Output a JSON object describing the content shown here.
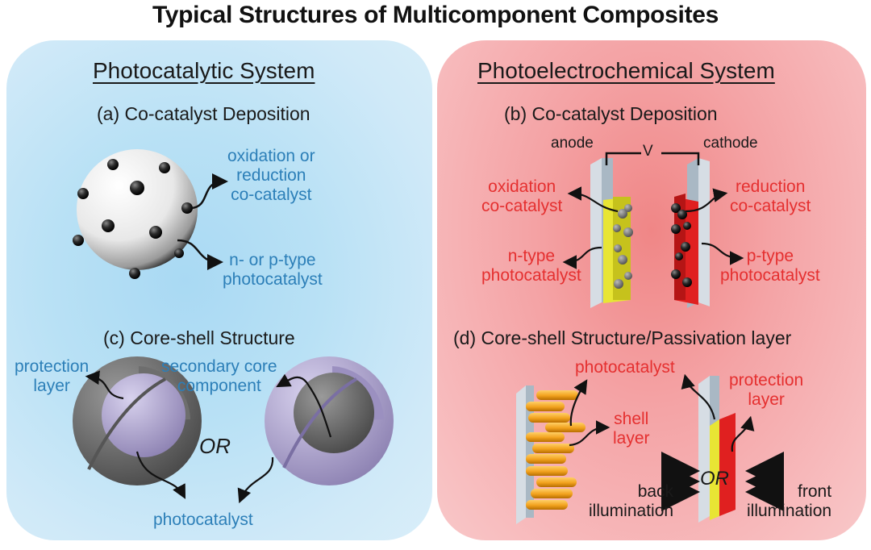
{
  "title": "Typical Structures of Multicomponent Composites",
  "left_panel": {
    "heading": "Photocatalytic System",
    "color": "#cfe9f8",
    "label_color": "#2c7fb8",
    "a": {
      "title": "(a) Co-catalyst Deposition",
      "label_cocatalyst": [
        "oxidation or",
        "reduction",
        "co-catalyst"
      ],
      "label_photocatalyst": [
        "n- or p-type",
        "photocatalyst"
      ]
    },
    "c": {
      "title": "(c) Core-shell Structure",
      "label_protection": [
        "protection",
        "layer"
      ],
      "label_secondary": [
        "secondary core",
        "component"
      ],
      "or": "OR",
      "label_photocatalyst": "photocatalyst"
    }
  },
  "right_panel": {
    "heading": "Photoelectrochemical System",
    "color": "#f7b8ba",
    "label_color": "#e53030",
    "b": {
      "title": "(b) Co-catalyst Deposition",
      "anode": "anode",
      "cathode": "cathode",
      "voltage": "V",
      "label_oxidation": [
        "oxidation",
        "co-catalyst"
      ],
      "label_reduction": [
        "reduction",
        "co-catalyst"
      ],
      "label_ntype": [
        "n-type",
        "photocatalyst"
      ],
      "label_ptype": [
        "p-type",
        "photocatalyst"
      ]
    },
    "d": {
      "title": "(d) Core-shell Structure/Passivation layer",
      "label_photocatalyst": "photocatalyst",
      "label_shell": [
        "shell",
        "layer"
      ],
      "label_protection": [
        "protection",
        "layer"
      ],
      "or": "OR",
      "back": [
        "back",
        "illumination"
      ],
      "front": [
        "front",
        "illumination"
      ]
    }
  }
}
